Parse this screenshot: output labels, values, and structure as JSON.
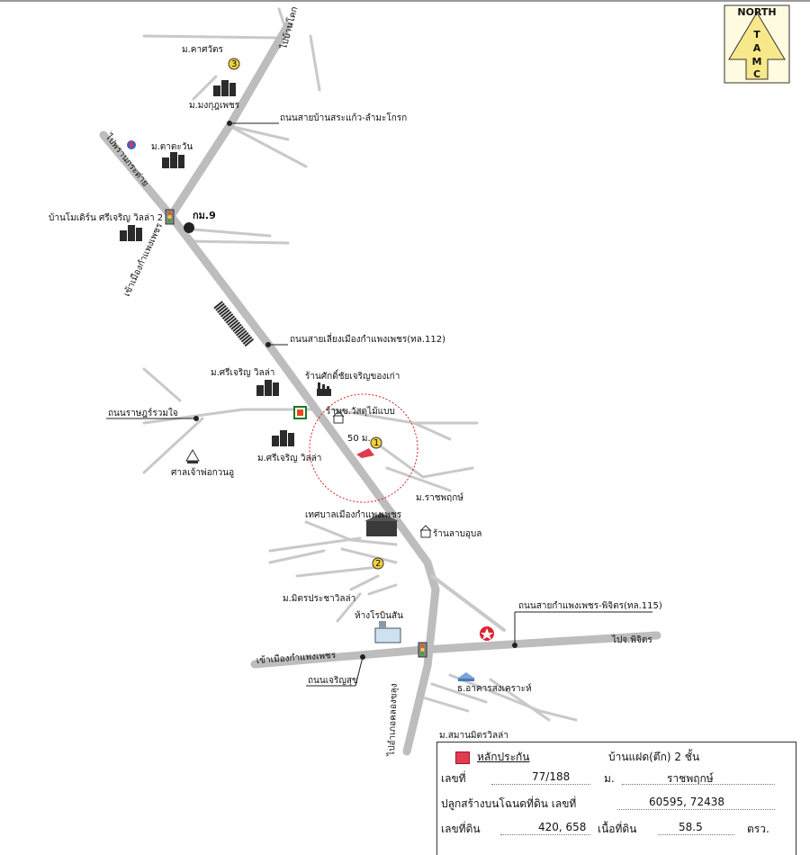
{
  "compass": {
    "north_text": "NORTH",
    "letters": [
      "T",
      "A",
      "M",
      "C"
    ]
  },
  "roads_labels": {
    "to_ban_kok": "ไปบ้านโคก",
    "to_phran_kratai": "ไปพรานกระต่าย",
    "into_kamphaeng_phet_north": "เข้าเมืองกำแพงเพชร",
    "sa_kaeo_road": "ถนนสายบ้านสระแก้ว-ลำมะโกรก",
    "bypass_road": "ถนนสายเลี่ยงเมืองกำแพงเพชร(ทล.112)",
    "ratsadorn_road": "ถนนราษฎร์รวมใจ",
    "kamphaeng_phichit_road": "ถนนสายกำแพงเพชร-พิจิตร(ทล.115)",
    "to_phichit": "ไปจ.พิจิตร",
    "into_kamphaeng_phet_west": "เข้าเมืองกำแพงเพชร",
    "charoensuk_road": "ถนนเจริญสุข",
    "to_south": "ไปอำเภอคลองขลุง"
  },
  "places": {
    "m_kasiwat": "ม.คาศวัตร",
    "m_mongkutphet": "ม.มงกุฎเพชร",
    "m_tawan": "ม.ตาตะวัน",
    "ban_modern": "บ้านโมเดิร์น ศรีเจริญ วิลล่า 2",
    "km9": "กม.9",
    "m_sricharoen_villa_1": "ม.ศรีเจริญ วิลล่า",
    "shop_saksai": "ร้านศักดิ์ชัยเจริญของเก่า",
    "shop_wasadu": "ร้านข.วัสดุไม้แบบ",
    "m_sricharoen_villa_2": "ม.ศรีเจริญ วิลล่า",
    "shrine": "ศาลเจ้าพ่อกวนอู",
    "m_ratchaphruk": "ม.ราชพฤกษ์",
    "municipality": "เทศบาลเมืองกำแพงเพชร",
    "shop_larb": "ร้านลาบอุบล",
    "m_mitpracha": "ม.มิตรประชาวิลล่า",
    "robinson": "ห้างโรบินสัน",
    "bank": "ธ.อาคารสงเคราะห์",
    "m_samanmit": "ม.สมานมิตรวิลล่า"
  },
  "markers": {
    "m1": "1",
    "m2": "2",
    "m3": "3",
    "distance": "50 ม."
  },
  "legend": {
    "collateral_label": "หลักประกัน",
    "collateral_type": "บ้านแฝด(ตึก) 2 ชั้น",
    "no_label": "เลขที่",
    "no_value": "77/188",
    "village_label": "ม.",
    "village_value": "ราชพฤกษ์",
    "deed_label": "ปลูกสร้างบนโฉนดที่ดิน เลขที่",
    "deed_value": "60595, 72438",
    "land_no_label": "เลขที่ดิน",
    "land_no_value": "420, 658",
    "area_label": "เนื้อที่ดิน",
    "area_value": "58.5",
    "area_unit": "ตรว.",
    "swatch_color": "#e23a4f"
  }
}
